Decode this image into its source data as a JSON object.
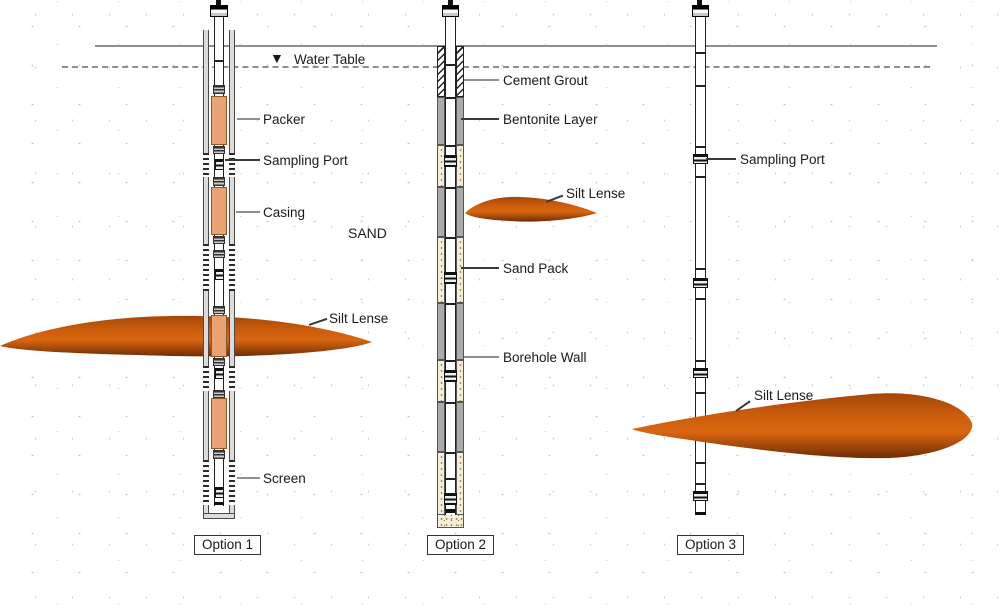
{
  "labels": {
    "water_table": "Water Table",
    "packer": "Packer",
    "sampling_port_1": "Sampling Port",
    "casing": "Casing",
    "sand": "SAND",
    "silt_lense_1": "Silt Lense",
    "cement_grout": "Cement Grout",
    "bentonite_layer": "Bentonite Layer",
    "silt_lense_2": "Silt Lense",
    "sand_pack": "Sand Pack",
    "borehole_wall": "Borehole Wall",
    "sampling_port_3": "Sampling Port",
    "silt_lense_3": "Silt Lense",
    "screen": "Screen"
  },
  "markers": {
    "water_table_symbol": "▼"
  },
  "options": {
    "option_1": "Option 1",
    "option_2": "Option 2",
    "option_3": "Option 3"
  },
  "colors": {
    "packer": "#E8A273",
    "silt_lense_light": "#D96510",
    "silt_lense_dark": "#6F2D04",
    "bentonite": "#ABABAB",
    "sand_pack": "#F3EDDA",
    "casing_fill": "#DCDCDC",
    "ground_line": "#8F8F8F"
  }
}
